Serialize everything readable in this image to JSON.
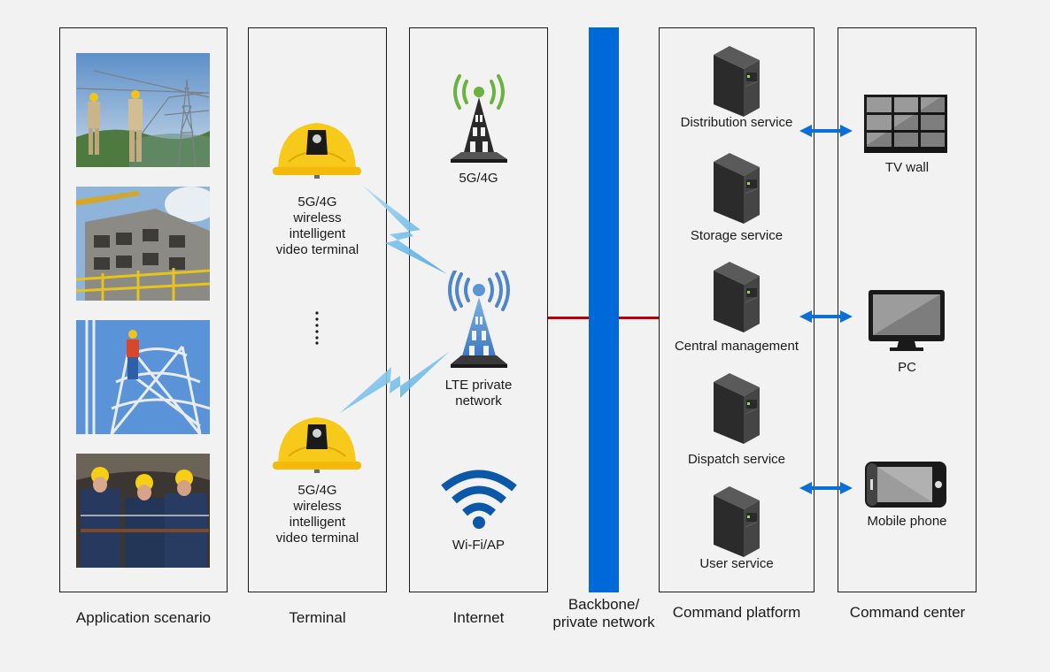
{
  "columns": {
    "application_scenario": "Application scenario",
    "terminal": "Terminal",
    "internet": "Internet",
    "backbone": "Backbone/\nprivate network",
    "command_platform": "Command platform",
    "command_center": "Command center"
  },
  "scenarios": [
    {
      "name": "power-line-inspection"
    },
    {
      "name": "construction-site"
    },
    {
      "name": "tower-climbing"
    },
    {
      "name": "mine-workers"
    }
  ],
  "terminal": {
    "top_label": "5G/4G\nwireless\nintelligent\nvideo terminal",
    "ellipsis": "⋮",
    "bottom_label": "5G/4G\nwireless\nintelligent\nvideo terminal"
  },
  "internet": {
    "cell_tower_label": "5G/4G",
    "lte_label": "LTE private\nnetwork",
    "wifi_label": "Wi-Fi/AP"
  },
  "platform": {
    "services": [
      "Distribution service",
      "Storage service",
      "Central management",
      "Dispatch service",
      "User service"
    ]
  },
  "center": {
    "devices": [
      "TV wall",
      "PC",
      "Mobile phone"
    ]
  },
  "colors": {
    "backbone": "#0069d9",
    "link_line": "#c00000",
    "arrow": "#0a6fd8",
    "tower_green": "#6ab23d",
    "wifi_blue": "#0b57a8",
    "helmet_yellow": "#f7c91a"
  }
}
